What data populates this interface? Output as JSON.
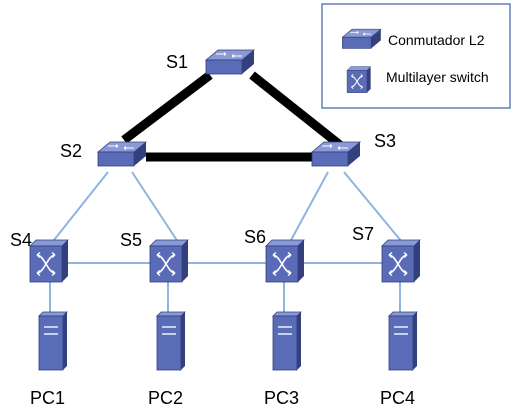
{
  "legend": {
    "l2_switch_label": "Conmutador L2",
    "multilayer_switch_label": "Multilayer switch"
  },
  "nodes": {
    "s1": "S1",
    "s2": "S2",
    "s3": "S3",
    "s4": "S4",
    "s5": "S5",
    "s6": "S6",
    "s7": "S7",
    "pc1": "PC1",
    "pc2": "PC2",
    "pc3": "PC3",
    "pc4": "PC4"
  },
  "colors": {
    "device_front": "#5a6cb8",
    "device_top": "#8a9ad6",
    "device_side": "#34407e",
    "access_link": "#8fb4e0",
    "trunk_link": "#000000",
    "legend_border": "#3d5fa8"
  }
}
